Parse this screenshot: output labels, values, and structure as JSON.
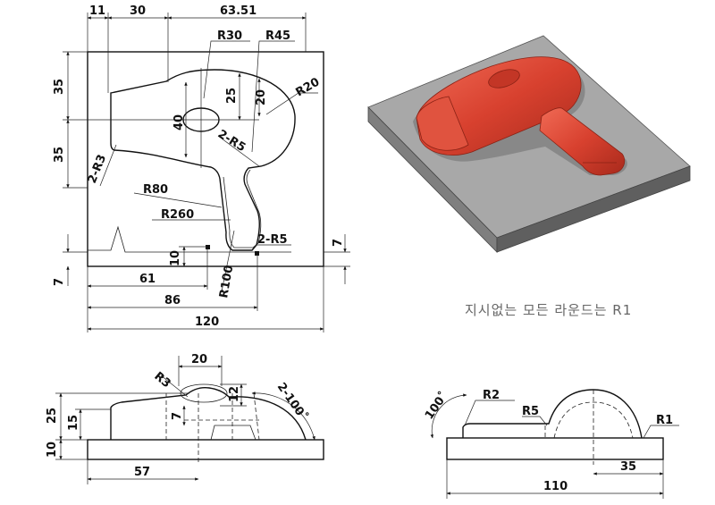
{
  "top_view": {
    "dim_11": "11",
    "dim_30": "30",
    "dim_6351": "63.51",
    "dim_r30": "R30",
    "dim_r45": "R45",
    "dim_35a": "35",
    "dim_35b": "35",
    "dim_40": "40",
    "dim_25": "25",
    "dim_20": "20",
    "dim_r20": "R20",
    "dim_2r5a": "2-R5",
    "dim_2r3": "2-R3",
    "dim_r80": "R80",
    "dim_r260": "R260",
    "dim_2r5b": "2-R5",
    "dim_7a": "7",
    "dim_10": "10",
    "dim_7b": "7",
    "dim_r100": "R100",
    "dim_61": "61",
    "dim_86": "86",
    "dim_120": "120"
  },
  "iso_view": {
    "base_color": "#a8a8a8",
    "part_color": "#d8412f"
  },
  "note": "지시없는 모든 라운드는 R1",
  "front_view": {
    "dim_20": "20",
    "dim_r3": "R3",
    "dim_12": "12",
    "dim_2_100": "2-100˚",
    "dim_25": "25",
    "dim_15": "15",
    "dim_7": "7",
    "dim_10": "10",
    "dim_57": "57"
  },
  "side_view": {
    "dim_100": "100˚",
    "dim_r2": "R2",
    "dim_r5": "R5",
    "dim_r1": "R1",
    "dim_35": "35",
    "dim_110": "110"
  }
}
